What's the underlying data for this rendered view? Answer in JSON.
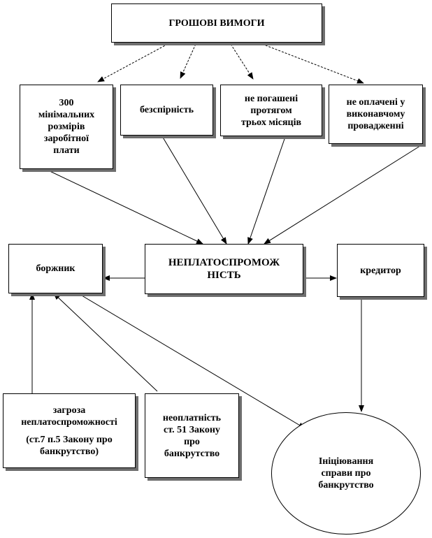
{
  "top": {
    "title": "ГРОШОВІ ВИМОГИ"
  },
  "criteria": [
    {
      "lines": [
        "300",
        "мінімальних",
        "розмірів",
        "заробітної",
        "плати"
      ]
    },
    {
      "lines": [
        "безспірність"
      ]
    },
    {
      "lines": [
        "не погашені",
        "протягом",
        "трьох місяців"
      ]
    },
    {
      "lines": [
        "не оплачені у",
        "виконавчому",
        "провадженні"
      ]
    }
  ],
  "center": {
    "lines": [
      "НЕПЛАТОСПРОМОЖ",
      "НІСТЬ"
    ]
  },
  "debtor": {
    "label": "боржник"
  },
  "creditor": {
    "label": "кредитор"
  },
  "threat": {
    "lines": [
      "загроза",
      "неплатоспроможності",
      "(ст.7 п.5 Закону про",
      "банкрутство)"
    ]
  },
  "insolvency": {
    "lines": [
      "неоплатність",
      "ст. 51 Закону",
      "про",
      "банкрутство"
    ]
  },
  "initiation": {
    "lines": [
      "Ініціювання",
      "справи про",
      "банкрутство"
    ]
  }
}
